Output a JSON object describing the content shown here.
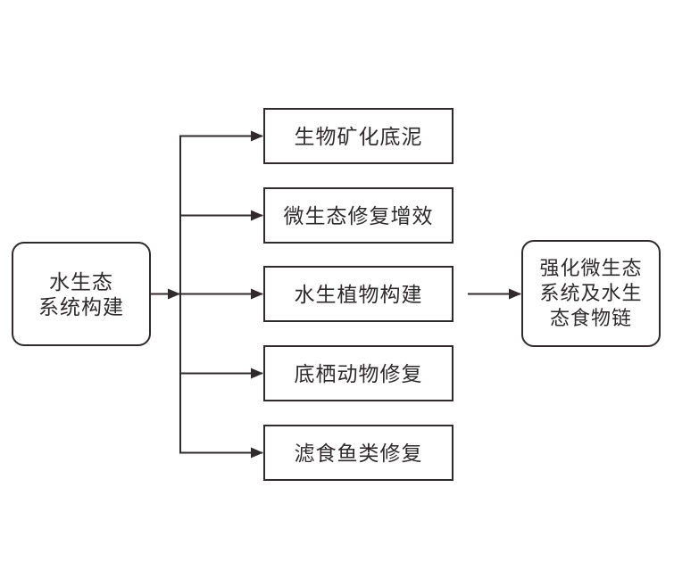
{
  "diagram": {
    "title": "aquatic-ecosystem-construction-flowchart",
    "colors": {
      "stroke": "#2f2a2b",
      "background": "#ffffff"
    },
    "source": {
      "lines": [
        "水生态",
        "系统构建"
      ]
    },
    "steps": [
      {
        "label": "生物矿化底泥"
      },
      {
        "label": "微生态修复增效"
      },
      {
        "label": "水生植物构建"
      },
      {
        "label": "底栖动物修复"
      },
      {
        "label": "滤食鱼类修复"
      }
    ],
    "result": {
      "lines": [
        "强化微生态",
        "系统及水生",
        "态食物链"
      ]
    }
  }
}
